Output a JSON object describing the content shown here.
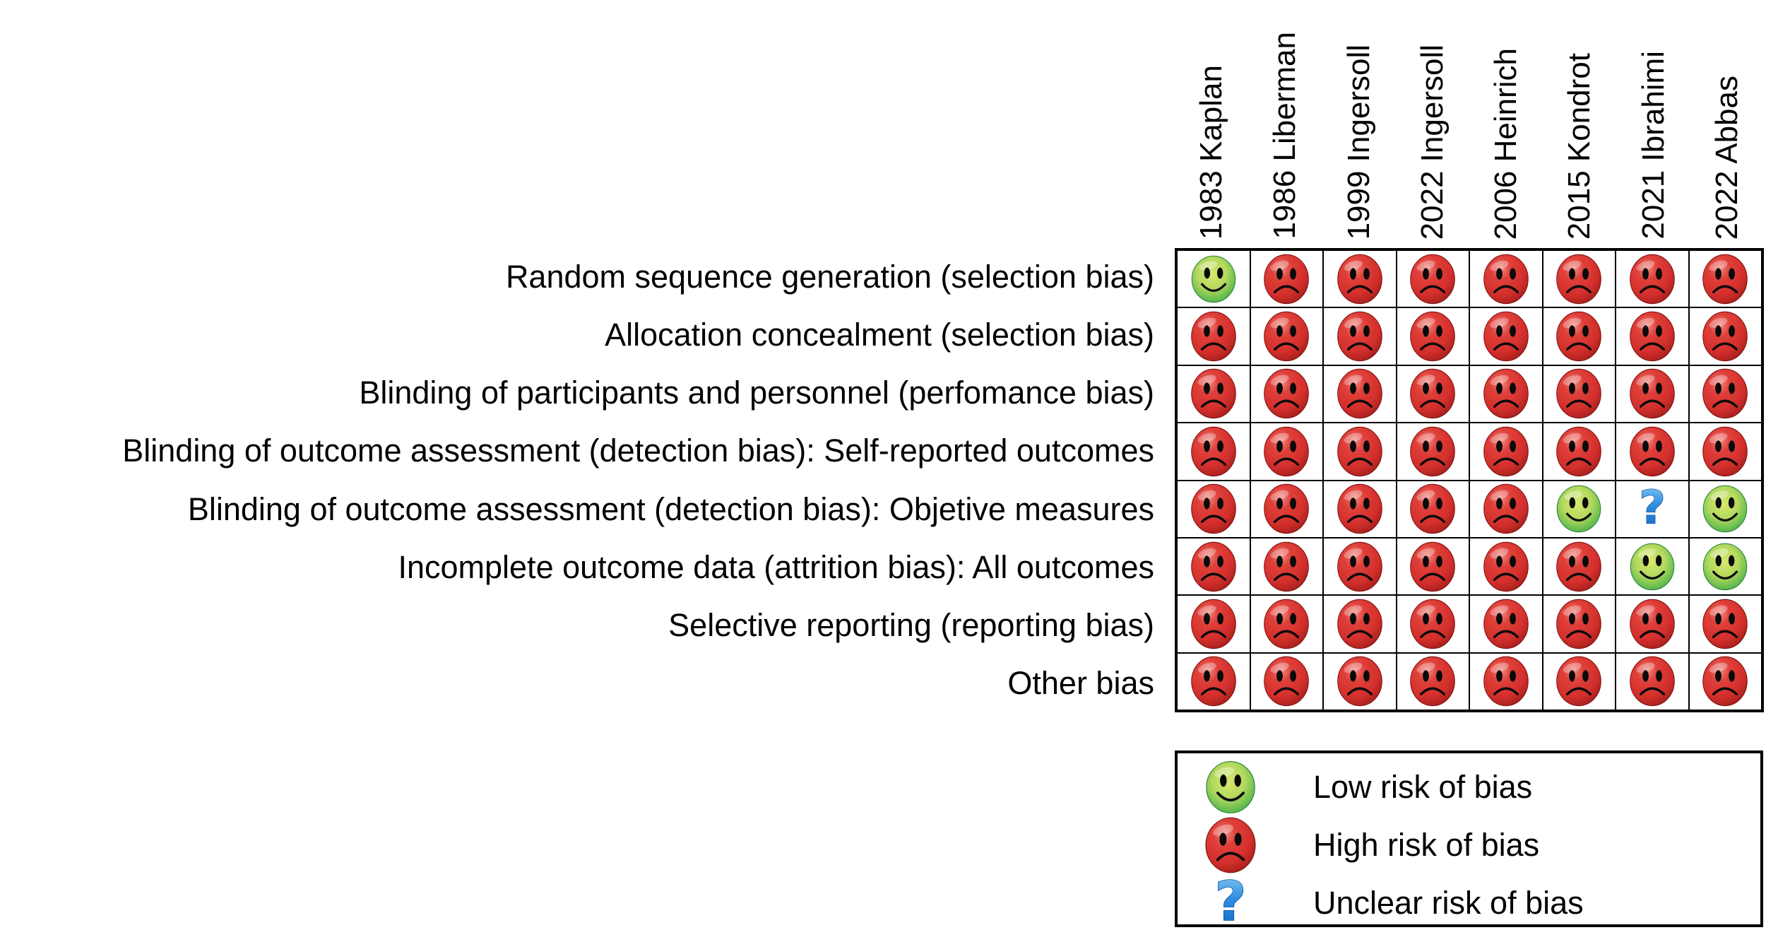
{
  "chart_data": {
    "type": "heatmap",
    "description": "Risk of bias summary matrix: review authors' judgements per bias domain for each included study",
    "columns": [
      "1983 Kaplan",
      "1986 Liberman",
      "1999 Ingersoll",
      "2022 Ingersoll",
      "2006 Heinrich",
      "2015 Kondrot",
      "2021 Ibrahimi",
      "2022 Abbas"
    ],
    "rows": [
      "Random sequence generation (selection bias)",
      "Allocation concealment (selection bias)",
      "Blinding of participants and personnel (perfomance bias)",
      "Blinding of outcome assessment (detection bias): Self-reported outcomes",
      "Blinding of outcome assessment (detection bias): Objetive measures",
      "Incomplete outcome data (attrition bias): All outcomes",
      "Selective reporting (reporting bias)",
      "Other bias"
    ],
    "values": [
      [
        "low",
        "high",
        "high",
        "high",
        "high",
        "high",
        "high",
        "high"
      ],
      [
        "high",
        "high",
        "high",
        "high",
        "high",
        "high",
        "high",
        "high"
      ],
      [
        "high",
        "high",
        "high",
        "high",
        "high",
        "high",
        "high",
        "high"
      ],
      [
        "high",
        "high",
        "high",
        "high",
        "high",
        "high",
        "high",
        "high"
      ],
      [
        "high",
        "high",
        "high",
        "high",
        "high",
        "low",
        "unclear",
        "low"
      ],
      [
        "high",
        "high",
        "high",
        "high",
        "high",
        "high",
        "low",
        "low"
      ],
      [
        "high",
        "high",
        "high",
        "high",
        "high",
        "high",
        "high",
        "high"
      ],
      [
        "high",
        "high",
        "high",
        "high",
        "high",
        "high",
        "high",
        "high"
      ]
    ],
    "legend": [
      {
        "value": "low",
        "label": "Low risk of bias"
      },
      {
        "value": "high",
        "label": "High risk of bias"
      },
      {
        "value": "unclear",
        "label": "Unclear risk of bias"
      }
    ],
    "legend_position": "bottom-right",
    "colors": {
      "low_center": "#cfe36a",
      "low_edge": "#2f9740",
      "high_center": "#e0403a",
      "high_edge": "#9f1d1a",
      "unclear_blue": "#2f8fe0",
      "gridline": "#000000",
      "background": "#ffffff"
    }
  }
}
